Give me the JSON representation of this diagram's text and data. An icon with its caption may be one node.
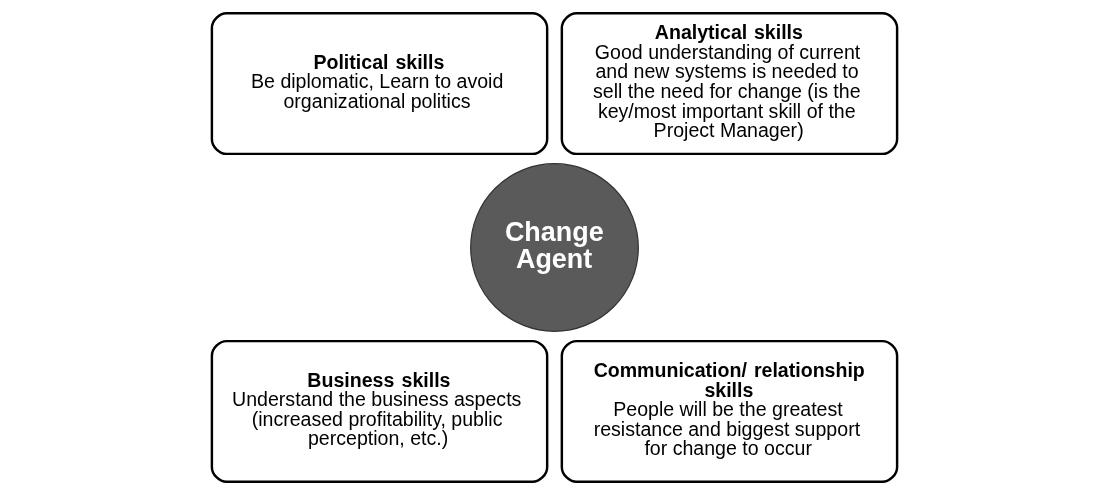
{
  "diagram": {
    "nodes": [
      {
        "text": [
          "Political skills",
          "Be diplomatic, Learn to avoid organizational politics"
        ]
      },
      {
        "text": [
          "Analytical skills",
          "Good understanding of current and new systems is needed to sell the need for change (is the key/most important skill of the Project Manager)"
        ]
      },
      {
        "text": [
          "Change Agent"
        ]
      },
      {
        "text": [
          "Business skills",
          "Understand the business aspects (increased profitability, public perception, etc.)"
        ]
      },
      {
        "text": [
          "Communication/ relationship skills",
          "People will be the greatest resistance and biggest support for change to occur"
        ]
      }
    ],
    "edges": []
  }
}
